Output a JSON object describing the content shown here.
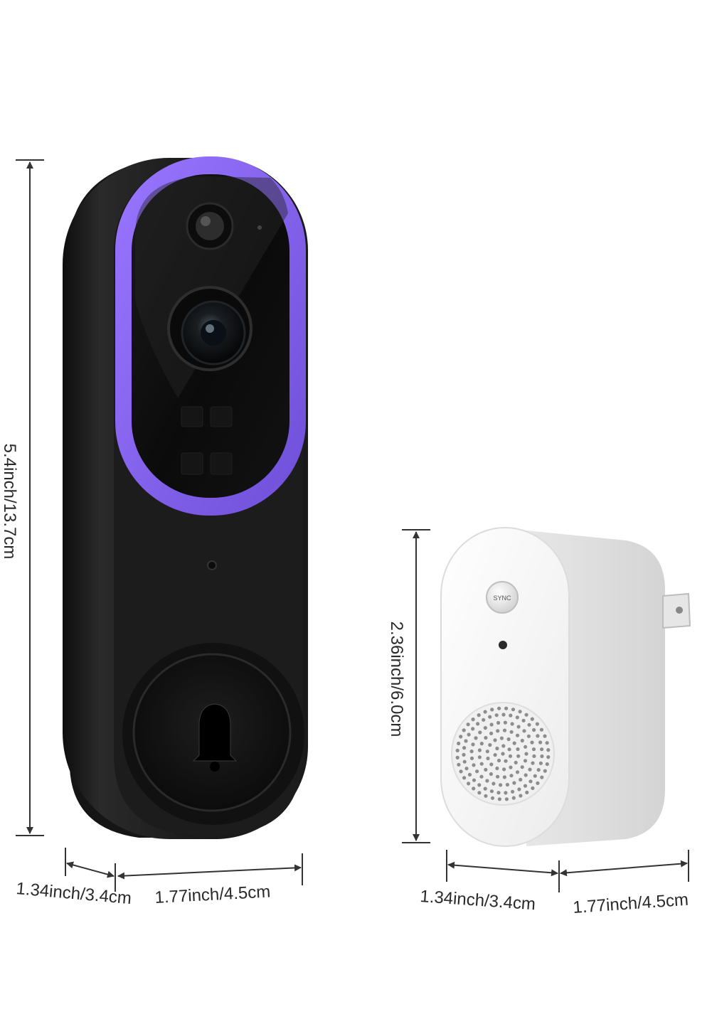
{
  "dimensions": {
    "doorbell": {
      "height": "5.4inch/13.7cm",
      "depth": "1.34inch/3.4cm",
      "width": "1.77inch/4.5cm"
    },
    "chime": {
      "height": "2.36inch/6.0cm",
      "depth": "1.34inch/3.4cm",
      "width": "1.77inch/4.5cm"
    }
  },
  "chime": {
    "sync_label": "SYNC"
  },
  "colors": {
    "accent_ring": "#8a63f0",
    "doorbell_body": "#1b1b1b",
    "chime_body": "#f2f2f2",
    "dimension_line": "#333333"
  },
  "icons": [
    "bell-icon",
    "camera-lens-icon",
    "pir-sensor-icon",
    "speaker-grille-icon",
    "plug-prongs-icon"
  ]
}
